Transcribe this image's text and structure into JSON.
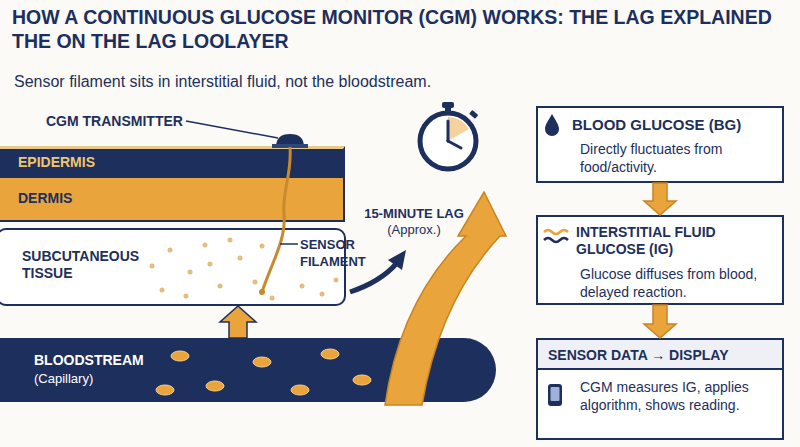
{
  "diagram": {
    "title": "HOW A CONTINUOUS GLUCOSE MONITOR (CGM) WORKS: THE LAG EXPLAINED THE ON THE LAG LOOLAYER",
    "nodes": [
      {
        "text": [
          "EPIDERMIS"
        ]
      },
      {
        "text": [
          "DERMIS"
        ]
      },
      {
        "text": [
          "SUBCUTANEOUS TISSUE"
        ]
      },
      {
        "text": [
          "BLOODSTREAM",
          "(Capillary)"
        ]
      },
      {
        "text": [
          "BLOOD GLUCOSE (BG)",
          "Directly fluctuates from food/activity."
        ]
      },
      {
        "text": [
          "INTERSTITIAL FLUID GLUCOSE (IG)",
          "Glucose diffuses from blood, delayed reaction."
        ]
      },
      {
        "text": [
          "SENSOR DATA → DISPLAY",
          "CGM measures IG, applies algorithm, shows reading."
        ]
      }
    ],
    "edges": [
      {
        "from": 3,
        "to": 2,
        "arrow": "to"
      },
      {
        "from": 4,
        "to": 5,
        "arrow": "to"
      },
      {
        "from": 5,
        "to": 6,
        "arrow": "to"
      }
    ],
    "labels": [
      "Sensor filament sits in interstitial fluid, not the bloodstream.",
      "CGM TRANSMITTER",
      "SENSOR FILAMENT",
      "15-MINUTE LAG",
      "(Approx.)"
    ]
  }
}
